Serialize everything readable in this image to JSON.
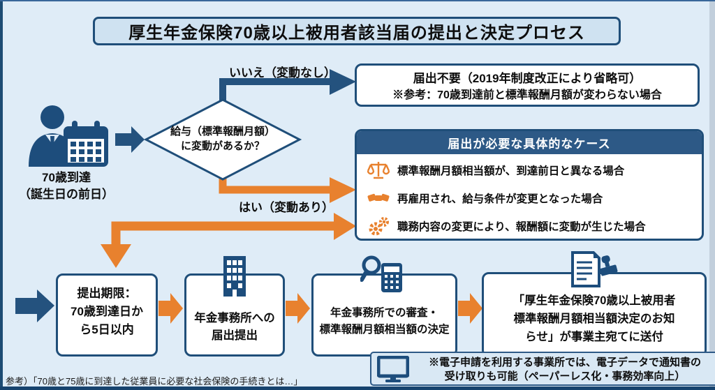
{
  "colors": {
    "navy": "#1f4e79",
    "icon_navy": "#1d4d7c",
    "orange": "#e8812e",
    "header_bg": "#2d5986",
    "bg": "#dfecf7"
  },
  "title": "厚生年金保険70歳以上被用者該当届の提出と決定プロセス",
  "start": {
    "icon": "person-calendar-icon",
    "lines": [
      "70歳到達",
      "（誕生日の前日）"
    ]
  },
  "decision": {
    "lines": [
      "給与（標準報酬月額）",
      "に変動があるか？"
    ],
    "no_label": "いいえ（変動なし）",
    "yes_label": "はい（変動あり）"
  },
  "no_result": {
    "lines": [
      "届出不要（2019年制度改正により省略可）",
      "※参考：70歳到達前と標準報酬月額が変わらない場合"
    ]
  },
  "cases": {
    "header": "届出が必要な具体的なケース",
    "items": [
      {
        "icon": "scales-icon",
        "text": "標準報酬月額相当額が、到達前日と異なる場合"
      },
      {
        "icon": "handshake-icon",
        "text": "再雇用され、給与条件が変更となった場合"
      },
      {
        "icon": "gears-icon",
        "text": "職務内容の変更により、報酬額に変動が生じた場合"
      }
    ]
  },
  "process": {
    "steps": [
      {
        "icon": "",
        "lines": [
          "提出期限：",
          "70歳到達日か",
          "ら5日以内"
        ]
      },
      {
        "icon": "building-icon",
        "lines": [
          "年金事務所への",
          "届出提出"
        ]
      },
      {
        "icon": "magnifier-calculator-icon",
        "lines": [
          "年金事務所での審査・",
          "標準報酬月額相当額の決定"
        ]
      },
      {
        "icon": "document-stamp-icon",
        "lines": [
          "「厚生年金保険70歳以上被用者",
          "標準報酬月額相当額決定のお知",
          "らせ」が事業主宛てに送付"
        ]
      }
    ]
  },
  "e_note": {
    "icon": "monitor-icon",
    "lines": [
      "※電子申請を利用する事業所では、電子データで通知書の",
      "受け取りも可能（ペーパーレス化・事務効率向上）"
    ]
  },
  "footnote": "参考）「70歳と75歳に到達した従業員に必要な社会保険の手続きとは…」"
}
